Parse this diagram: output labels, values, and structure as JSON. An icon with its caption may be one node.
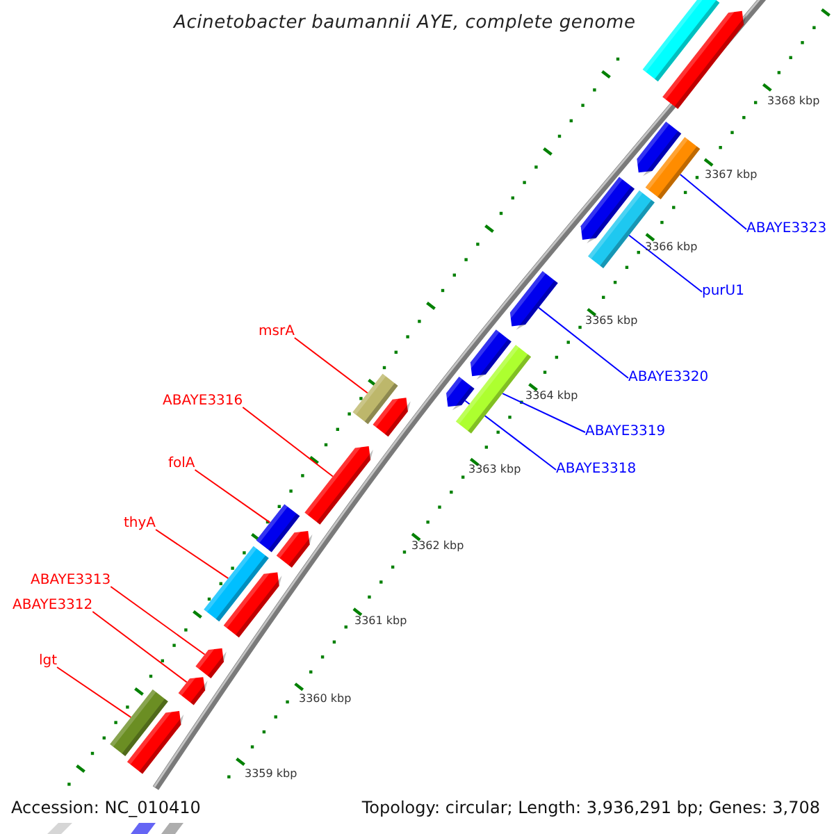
{
  "diagram": {
    "title": "Acinetobacter baumannii AYE, complete genome",
    "nodes": [
      {
        "text": [
          "ABAYE3323"
        ]
      },
      {
        "text": [
          "purU1"
        ]
      },
      {
        "text": [
          "msrA"
        ]
      },
      {
        "text": [
          "ABAYE3320"
        ]
      },
      {
        "text": [
          "ABAYE3316"
        ]
      },
      {
        "text": [
          "ABAYE3319"
        ]
      },
      {
        "text": [
          "folA"
        ]
      },
      {
        "text": [
          "ABAYE3318"
        ]
      },
      {
        "text": [
          "thyA"
        ]
      },
      {
        "text": [
          "ABAYE3313"
        ]
      },
      {
        "text": [
          "ABAYE3312"
        ]
      },
      {
        "text": [
          "lgt"
        ]
      },
      {
        "text": [],
        "shape": "box"
      },
      {
        "text": [],
        "shape": "arrow"
      },
      {
        "text": [],
        "shape": "arrow"
      },
      {
        "text": [],
        "shape": "arrow"
      },
      {
        "text": [],
        "shape": "box"
      },
      {
        "text": [],
        "shape": "arrow"
      },
      {
        "text": [],
        "shape": "box"
      },
      {
        "text": [],
        "shape": "arrow"
      },
      {
        "text": [],
        "shape": "arrow"
      },
      {
        "text": [],
        "shape": "box"
      },
      {
        "text": [],
        "shape": "arrow"
      },
      {
        "text": [],
        "shape": "arrow"
      },
      {
        "text": [],
        "shape": "arrow"
      },
      {
        "text": [],
        "shape": "box"
      },
      {
        "text": [],
        "shape": "arrow"
      },
      {
        "text": [],
        "shape": "arrow"
      },
      {
        "text": [],
        "shape": "box"
      },
      {
        "text": [],
        "shape": "arrow"
      },
      {
        "text": [],
        "shape": "box"
      },
      {
        "text": [],
        "shape": "box"
      },
      {
        "text": [],
        "shape": "arrow"
      }
    ],
    "edges": [
      {
        "from": 0,
        "to": 30,
        "arrow": "none",
        "color": "#0000ff"
      },
      {
        "from": 1,
        "to": 28,
        "arrow": "none",
        "color": "#0000ff"
      },
      {
        "from": 2,
        "to": 21,
        "arrow": "none"
      },
      {
        "from": 3,
        "to": 26,
        "arrow": "none",
        "color": "#0000ff"
      },
      {
        "from": 4,
        "to": 20,
        "arrow": "none"
      },
      {
        "from": 5,
        "to": 25,
        "arrow": "none",
        "color": "#0000ff"
      },
      {
        "from": 6,
        "to": 18,
        "arrow": "none"
      },
      {
        "from": 7,
        "to": 23,
        "arrow": "none",
        "color": "#0000ff"
      },
      {
        "from": 8,
        "to": 16,
        "arrow": "none"
      },
      {
        "from": 9,
        "to": 15,
        "arrow": "none"
      },
      {
        "from": 10,
        "to": 14,
        "arrow": "none"
      },
      {
        "from": 11,
        "to": 12,
        "arrow": "none"
      }
    ],
    "labels": [
      "3368 kbp",
      "3367 kbp",
      "3366 kbp",
      "3365 kbp",
      "3364 kbp",
      "3363 kbp",
      "3362 kbp",
      "3361 kbp",
      "3360 kbp",
      "3359 kbp",
      "Accession: NC_010410",
      "Topology: circular; Length: 3,936,291 bp; Genes: 3,708"
    ]
  }
}
